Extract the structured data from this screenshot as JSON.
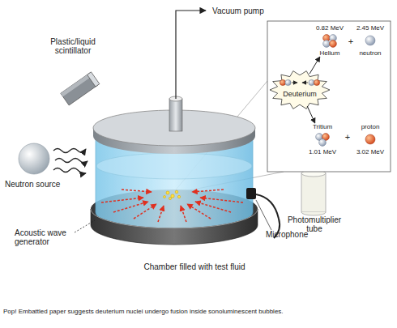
{
  "diagram": {
    "caption": "Pop! Embattled paper suggests deuterium nuclei undergo fusion inside sonoluminescent bubbles.",
    "nodes": [
      {
        "text": [
          "0.82 MeV",
          "Helium"
        ]
      },
      {
        "text": [
          "2.45 MeV",
          "neutron"
        ]
      },
      {
        "text": [
          "Deuterium"
        ]
      },
      {
        "text": [
          "Tritium",
          "1.01 MeV"
        ]
      },
      {
        "text": [
          "proton",
          "3.02 MeV"
        ]
      }
    ],
    "edges": [
      {
        "from": 2,
        "to": 0,
        "arrow": "to"
      },
      {
        "from": 2,
        "to": 3,
        "arrow": "to"
      }
    ],
    "labels": [
      "Vacuum pump",
      "Plastic/liquid scintillator",
      "+",
      "+",
      "Neutron source",
      "Photomultiplier tube",
      "Acoustic wave generator",
      "Microphone",
      "Chamber filled with test fluid"
    ]
  }
}
